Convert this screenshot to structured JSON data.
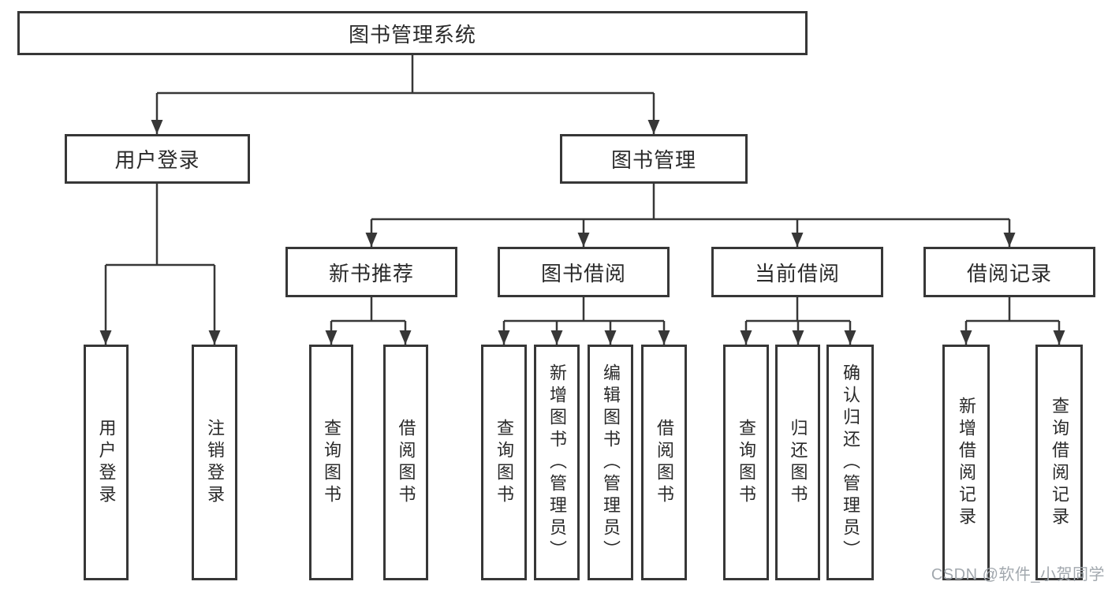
{
  "diagram": {
    "type": "hierarchy-tree",
    "root": {
      "label": "图书管理系统",
      "children": [
        {
          "label": "用户登录",
          "children": [
            {
              "label": "用户登录"
            },
            {
              "label": "注销登录"
            }
          ]
        },
        {
          "label": "图书管理",
          "children": [
            {
              "label": "新书推荐",
              "children": [
                {
                  "label": "查询图书"
                },
                {
                  "label": "借阅图书"
                }
              ]
            },
            {
              "label": "图书借阅",
              "children": [
                {
                  "label": "查询图书"
                },
                {
                  "label": "新增图书（管理员）"
                },
                {
                  "label": "编辑图书（管理员）"
                },
                {
                  "label": "借阅图书"
                }
              ]
            },
            {
              "label": "当前借阅",
              "children": [
                {
                  "label": "查询图书"
                },
                {
                  "label": "归还图书"
                },
                {
                  "label": "确认归还（管理员）"
                }
              ]
            },
            {
              "label": "借阅记录",
              "children": [
                {
                  "label": "新增借阅记录"
                },
                {
                  "label": "查询借阅记录"
                }
              ]
            }
          ]
        }
      ]
    },
    "colors": {
      "line": "#373737",
      "box_border": "#373737",
      "box_fill": "#ffffff",
      "text": "#2a2a2a",
      "watermark": "#a2a8ae",
      "background": "#ffffff"
    }
  },
  "watermark": {
    "text": "CSDN @软件_小贺同学"
  }
}
